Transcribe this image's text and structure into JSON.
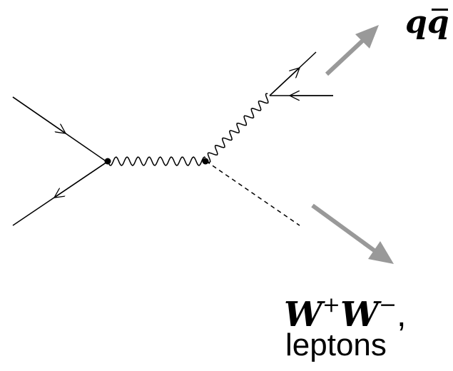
{
  "labels": {
    "quark_pair_q": "q",
    "quark_pair_qbar": "q",
    "w_boson": "W",
    "w_plus_sign": "+",
    "w_minus_sign": "−",
    "comma": ",",
    "leptons": "leptons"
  },
  "colors": {
    "lines": "#000000",
    "arrows": "#999999"
  }
}
